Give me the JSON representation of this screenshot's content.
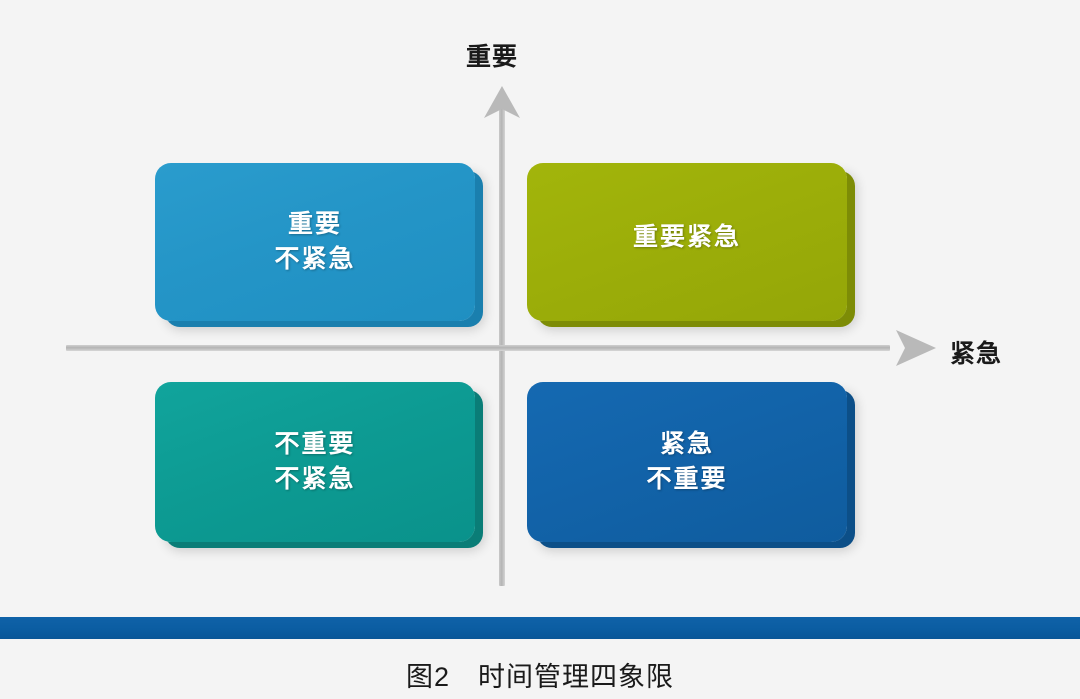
{
  "figure": {
    "background_color": "#f4f4f4",
    "caption": "图2　时间管理四象限",
    "footer_rule_color": "#0b5da2"
  },
  "axes": {
    "vertical": {
      "label": "重要",
      "arrow_icon": "arrow-up-icon",
      "line_color": "#b4b4b4"
    },
    "horizontal": {
      "label": "紧急",
      "arrow_icon": "arrow-right-icon",
      "line_color": "#b4b4b4"
    }
  },
  "quadrants": [
    {
      "id": "important-not-urgent",
      "position": "top-left",
      "lines": [
        "重要",
        "不紧急"
      ],
      "color": "#2495c7",
      "shadow_color": "#1a7fae",
      "text_color": "#ffffff"
    },
    {
      "id": "important-urgent",
      "position": "top-right",
      "lines": [
        "重要紧急"
      ],
      "color": "#9cae09",
      "shadow_color": "#7d8c06",
      "text_color": "#ffffff"
    },
    {
      "id": "not-important-not-urgent",
      "position": "bottom-left",
      "lines": [
        "不重要",
        "不紧急"
      ],
      "color": "#0d9b93",
      "shadow_color": "#0a7d77",
      "text_color": "#ffffff"
    },
    {
      "id": "urgent-not-important",
      "position": "bottom-right",
      "lines": [
        "紧急",
        "不重要"
      ],
      "color": "#1263a9",
      "shadow_color": "#0c4f88",
      "text_color": "#ffffff"
    }
  ]
}
